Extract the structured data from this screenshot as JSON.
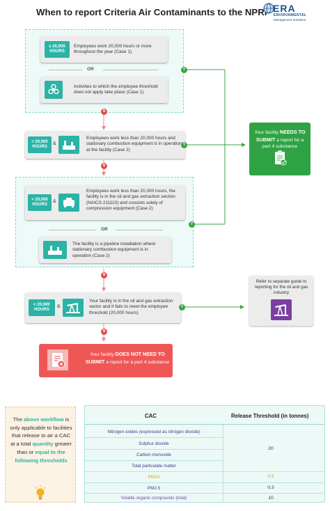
{
  "header": {
    "title": "When to report Criteria Air Contaminants to the NPRI",
    "logo_main": "ERA",
    "logo_sub1": "ENVIRONMENTAL",
    "logo_sub2": "Management Solutions"
  },
  "flow": {
    "case1": {
      "badge": "≥ 20,000 HOURS",
      "text": "Employees work 20,000 hours or more throughout the year (Case 1)"
    },
    "or_label": "OR",
    "activities": {
      "text": "Activities to which the employee threshold does not apply take place (Case 1)"
    },
    "case2a": {
      "badge": "< 20,000 HOURS",
      "amp": "&",
      "text": "Employees work less than 20,000 hours and stationary combustion equipment is in operation at the facility (Case 2)"
    },
    "case2b": {
      "badge": "< 20,000 HOURS",
      "amp": "&",
      "text": "Employees work less than 20,000 hours, the facility is in the oil and gas extraction section (NAICS 211110) and consists solely of compression equipment (Case 2)"
    },
    "pipeline": {
      "text": "The facility is a pipeline installation where stationary combustion equipment is in operation (Case 2)"
    },
    "oilgas": {
      "badge": "< 20,000 HOURS",
      "amp": "&",
      "text": "Your facility is in the oil and gas extraction sector and it fails to meet the employee threshold (20,000 hours)"
    },
    "yes_label": "Y",
    "no_label": "N",
    "need_to_submit": {
      "pre": "Your facility",
      "strong": "NEEDS TO SUBMIT",
      "post": "a report for a part 4 substance"
    },
    "refer": {
      "text": "Refer to separate guide to reporting for the oil and gas industry"
    },
    "not_need": {
      "pre": "Your facility",
      "strong1": "DOES NOT NEED TO",
      "strong2": "SUBMIT",
      "post": "a report for a part 4 substance"
    }
  },
  "note": {
    "t1": "The",
    "h1": "above workflow",
    "t2": "is only applicable to facilities that release to air a CAC at a total",
    "h2": "quantity",
    "t3": "greater than or",
    "h3": "equal to the following thresholds"
  },
  "table": {
    "headers": [
      "CAC",
      "Release Threshold (in tonnes)"
    ],
    "rows": [
      {
        "name": "Nitrogen oxides (expressed as nitrogen dioxide)"
      },
      {
        "name": "Sulphur dioxide"
      },
      {
        "name": "Carbon monoxide"
      },
      {
        "name": "Total particulate matter"
      },
      {
        "name": "PM10",
        "value": "0.5"
      },
      {
        "name": "PM2.5",
        "value": "0.3"
      },
      {
        "name": "Volatile organic compounds (total)",
        "value": "10"
      }
    ],
    "merged_value": "20"
  },
  "colors": {
    "teal": "#2ab3a6",
    "green": "#2fa344",
    "red": "#ef5757",
    "purple": "#7a3fa0",
    "arrow": "#3aa63f",
    "no_arrow": "#e58c8c",
    "orange_text": "#e69a1c"
  }
}
